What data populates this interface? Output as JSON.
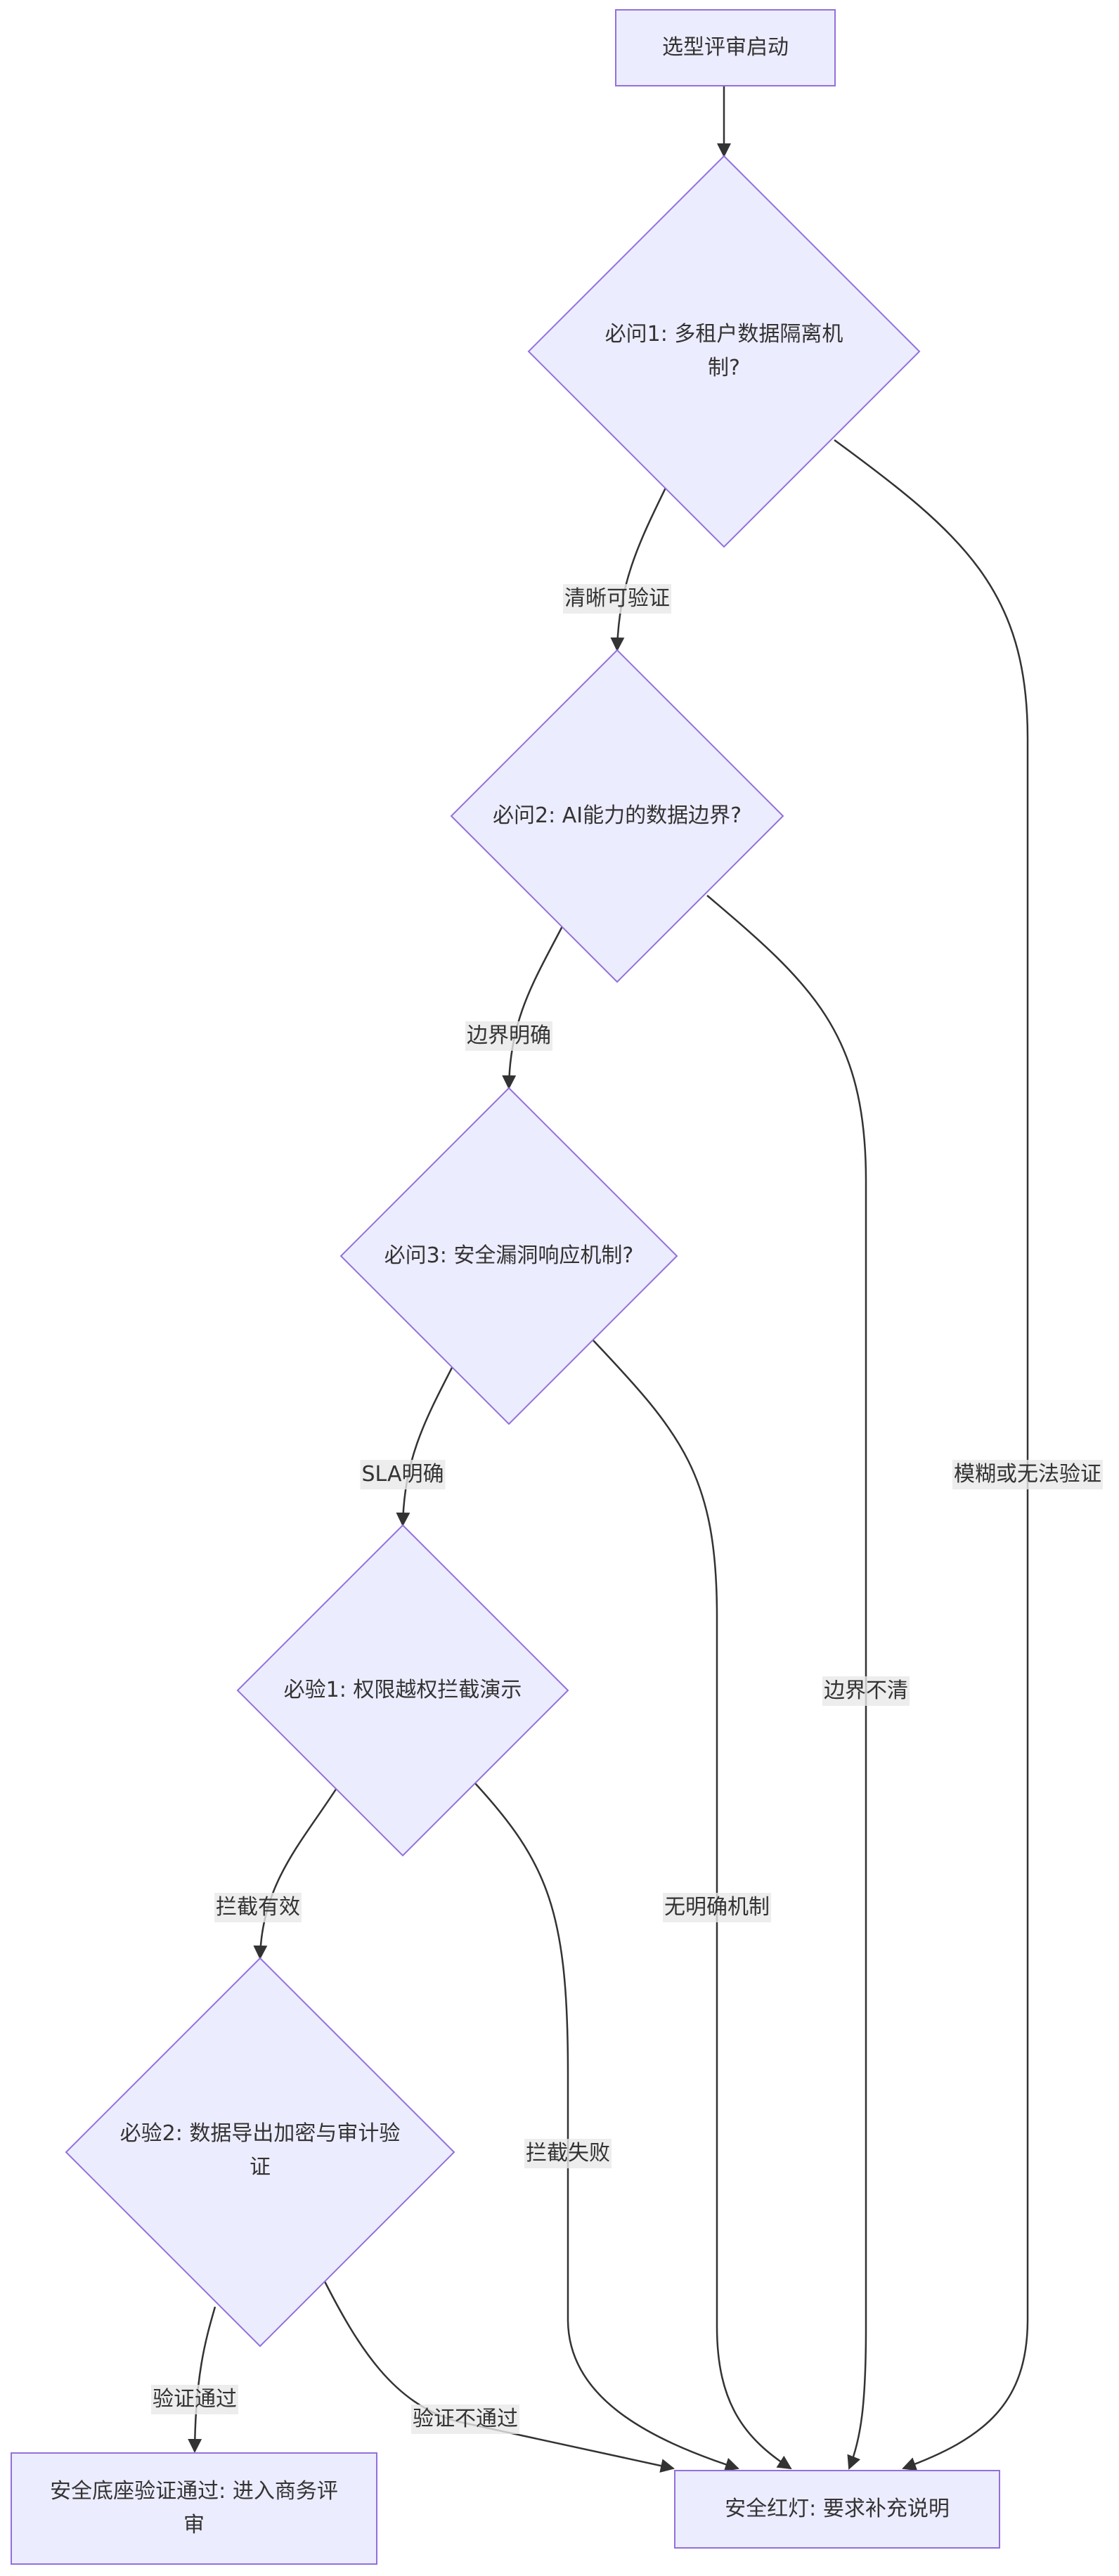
{
  "nodes": {
    "start": "选型评审启动",
    "q1": "必问1: 多租户数据隔离机制?",
    "q2": "必问2: AI能力的数据边界?",
    "q3": "必问3: 安全漏洞响应机制?",
    "v1": "必验1: 权限越权拦截演示",
    "v2": "必验2: 数据导出加密与审计验证",
    "pass": "安全底座验证通过: 进入商务评审",
    "fail": "安全红灯: 要求补充说明"
  },
  "edges": {
    "q1_yes": "清晰可验证",
    "q1_no": "模糊或无法验证",
    "q2_yes": "边界明确",
    "q2_no": "边界不清",
    "q3_yes": "SLA明确",
    "q3_no": "无明确机制",
    "v1_yes": "拦截有效",
    "v1_no": "拦截失败",
    "v2_yes": "验证通过",
    "v2_no": "验证不通过"
  },
  "colors": {
    "node_fill": "#ECECFF",
    "node_stroke": "#9370DB",
    "edge": "#333333",
    "label_bg": "#E8E8E8"
  }
}
